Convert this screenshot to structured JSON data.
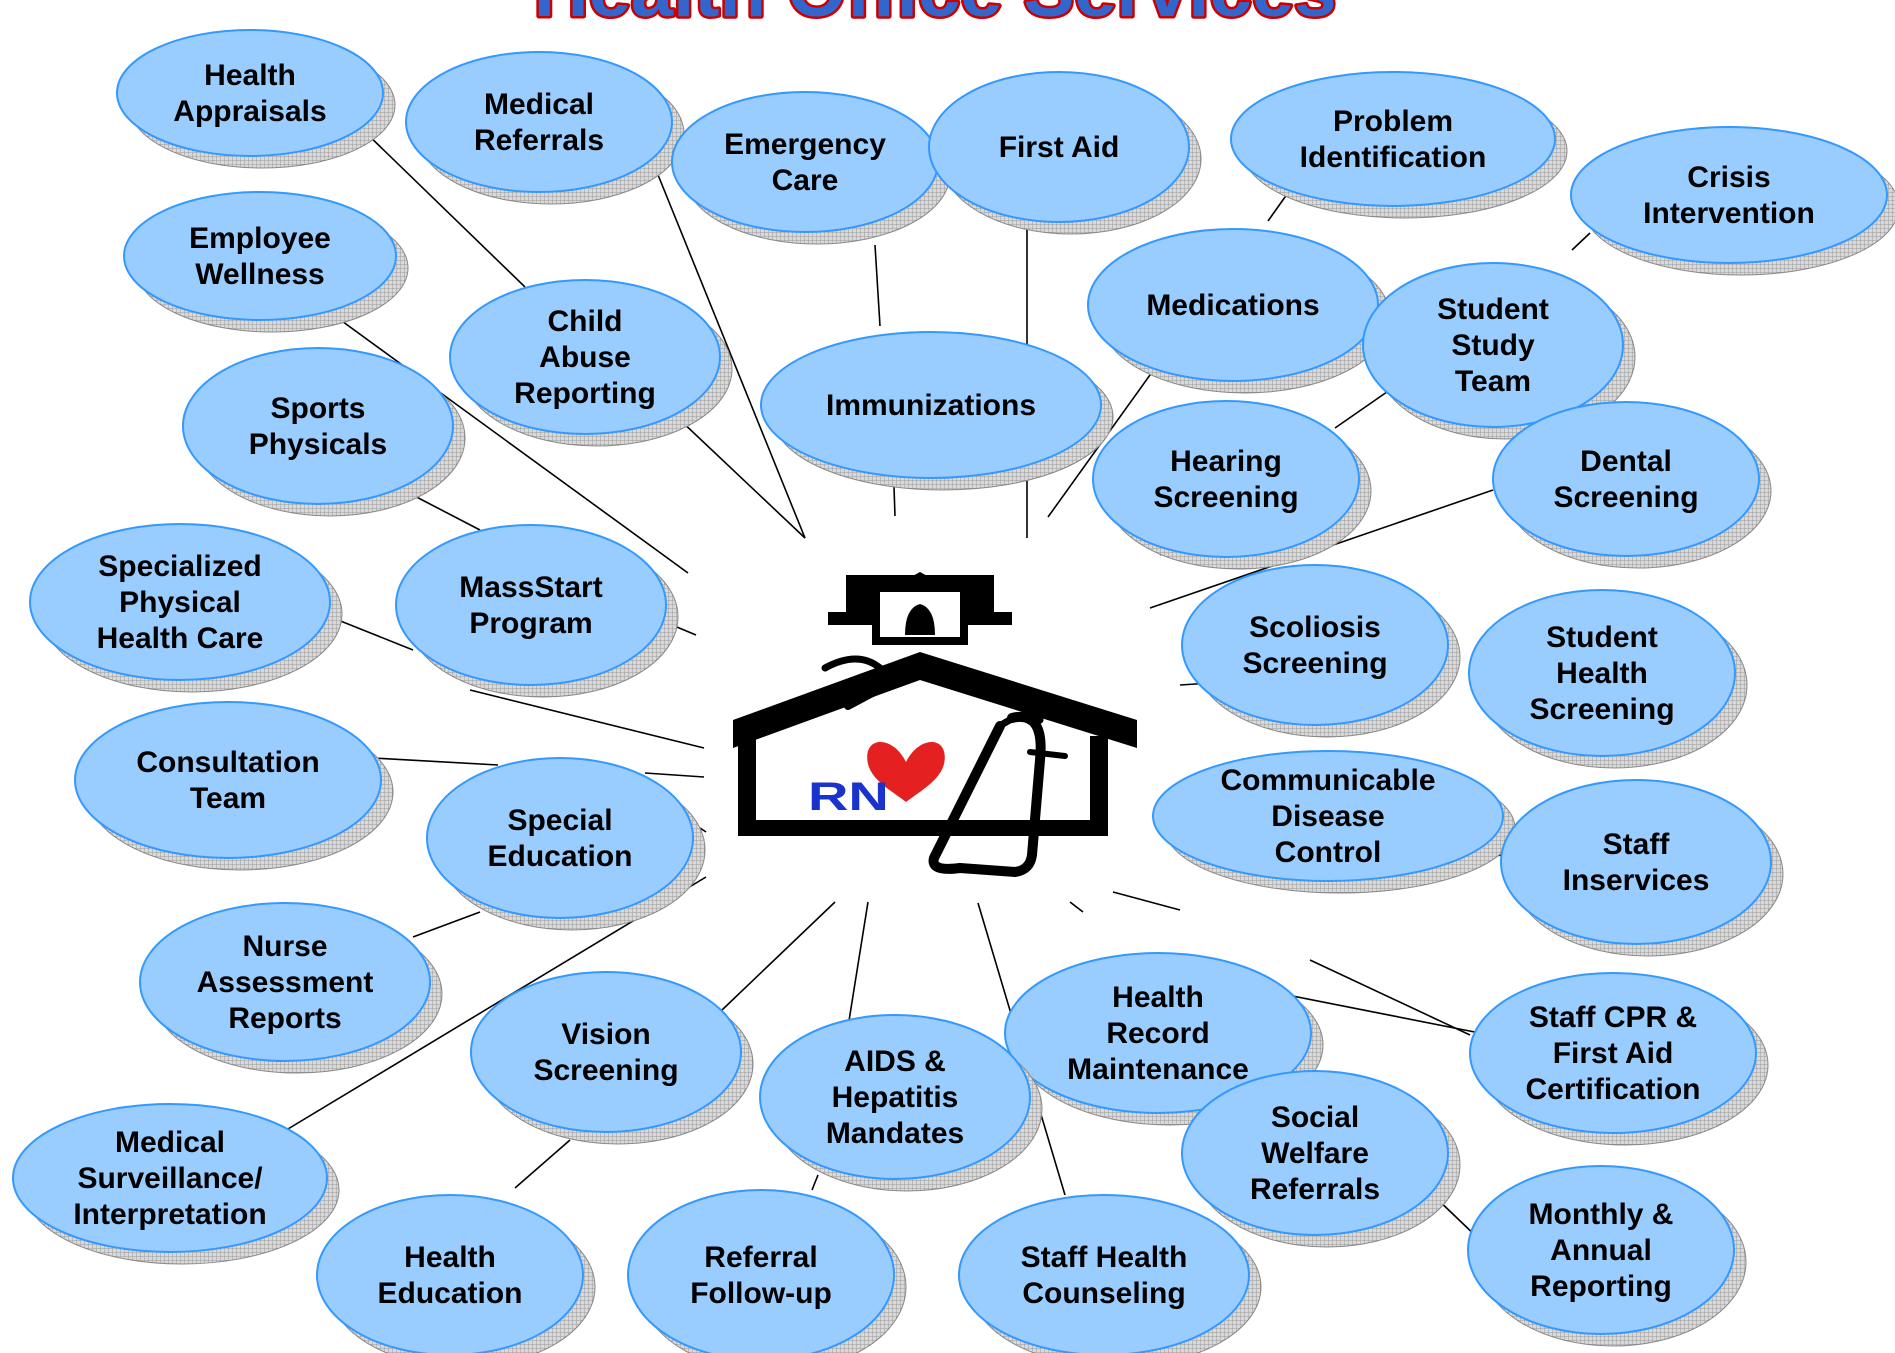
{
  "title": "Health Office Services",
  "center": {
    "logo_text": "RN"
  },
  "colors": {
    "bubble_fill": "#99ccff",
    "bubble_stroke": "#3399ff",
    "title_fill": "#3366cc",
    "title_outline": "#cc0000",
    "heart": "#e52020",
    "rn_text": "#1a33cc",
    "line": "#000000"
  },
  "services": [
    {
      "lines": [
        "Health",
        "Appraisals"
      ]
    },
    {
      "lines": [
        "Medical",
        "Referrals"
      ]
    },
    {
      "lines": [
        "Emergency",
        "Care"
      ]
    },
    {
      "lines": [
        "First Aid"
      ]
    },
    {
      "lines": [
        "Problem",
        "Identification"
      ]
    },
    {
      "lines": [
        "Crisis",
        "Intervention"
      ]
    },
    {
      "lines": [
        "Employee",
        "Wellness"
      ]
    },
    {
      "lines": [
        "Child",
        "Abuse",
        "Reporting"
      ]
    },
    {
      "lines": [
        "Immunizations"
      ]
    },
    {
      "lines": [
        "Medications"
      ]
    },
    {
      "lines": [
        "Student",
        "Study",
        "Team"
      ]
    },
    {
      "lines": [
        "Sports",
        "Physicals"
      ]
    },
    {
      "lines": [
        "Hearing",
        "Screening"
      ]
    },
    {
      "lines": [
        "Dental",
        "Screening"
      ]
    },
    {
      "lines": [
        "Specialized",
        "Physical",
        "Health Care"
      ]
    },
    {
      "lines": [
        "MassStart",
        "Program"
      ]
    },
    {
      "lines": [
        "Scoliosis",
        "Screening"
      ]
    },
    {
      "lines": [
        "Student",
        "Health",
        "Screening"
      ]
    },
    {
      "lines": [
        "Consultation",
        "Team"
      ]
    },
    {
      "lines": [
        "Special",
        "Education"
      ]
    },
    {
      "lines": [
        "Communicable",
        "Disease",
        "Control"
      ]
    },
    {
      "lines": [
        "Staff",
        "Inservices"
      ]
    },
    {
      "lines": [
        "Nurse",
        "Assessment",
        "Reports"
      ]
    },
    {
      "lines": [
        "Health",
        "Record",
        "Maintenance"
      ]
    },
    {
      "lines": [
        "Vision",
        "Screening"
      ]
    },
    {
      "lines": [
        "AIDS &",
        "Hepatitis",
        "Mandates"
      ]
    },
    {
      "lines": [
        "Staff CPR &",
        "First Aid",
        "Certification"
      ]
    },
    {
      "lines": [
        "Social",
        "Welfare",
        "Referrals"
      ]
    },
    {
      "lines": [
        "Medical",
        "Surveillance/",
        "Interpretation"
      ]
    },
    {
      "lines": [
        "Health",
        "Education"
      ]
    },
    {
      "lines": [
        "Referral",
        "Follow-up"
      ]
    },
    {
      "lines": [
        "Staff Health",
        "Counseling"
      ]
    },
    {
      "lines": [
        "Monthly &",
        "Annual",
        "Reporting"
      ]
    }
  ]
}
